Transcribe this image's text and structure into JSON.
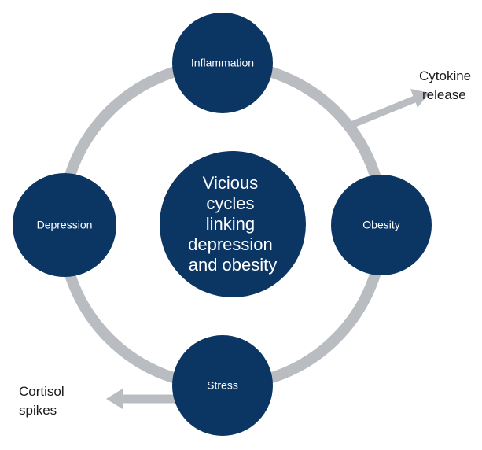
{
  "center": {
    "lines": [
      "Vicious",
      "cycles",
      "linking",
      "depression",
      "and obesity"
    ]
  },
  "nodes": {
    "top": "Inflammation",
    "right": "Obesity",
    "bottom": "Stress",
    "left": "Depression"
  },
  "outputs": {
    "cytokine": [
      "Cytokine",
      "release"
    ],
    "cortisol": [
      "Cortisol",
      "spikes"
    ]
  },
  "colors": {
    "node": "#0b3563",
    "ring": "#b9bcc1",
    "arrow": "#b9bcc1",
    "text_dark": "#1a1a1a"
  }
}
